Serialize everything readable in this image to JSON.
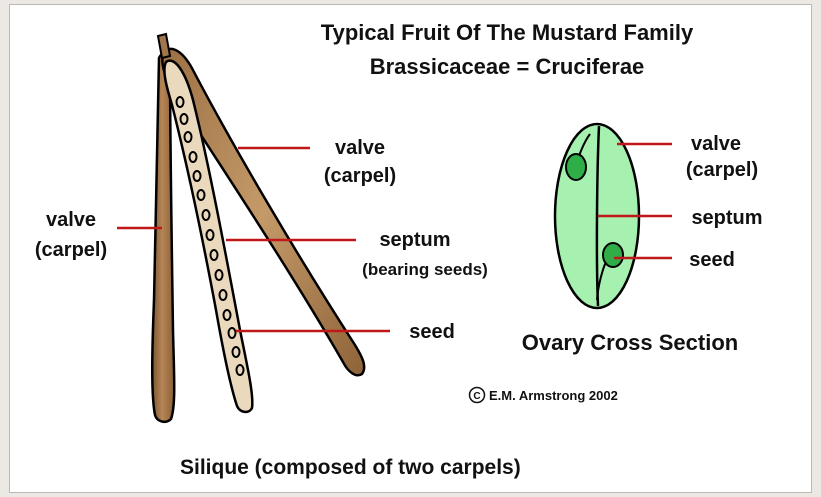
{
  "title": {
    "line1": "Typical Fruit Of The Mustard Family",
    "line2": "Brassicaceae = Cruciferae"
  },
  "silique_labels": {
    "valve_left_1": "valve",
    "valve_left_2": "(carpel)",
    "valve_right_1": "valve",
    "valve_right_2": "(carpel)",
    "septum_1": "septum",
    "septum_2": "(bearing seeds)",
    "seed": "seed"
  },
  "cross_section_labels": {
    "valve_1": "valve",
    "valve_2": "(carpel)",
    "septum": "septum",
    "seed": "seed",
    "caption": "Ovary Cross Section"
  },
  "copyright": "E.M. Armstrong 2002",
  "copyright_symbol": "C",
  "caption": "Silique  (composed of two carpels)",
  "colors": {
    "valve_brown": "#a0764a",
    "septum_tan": "#e8d9bd",
    "leader_red": "#c01818",
    "ovary_green": "#a6f0b0",
    "seed_green": "#2fae47"
  }
}
